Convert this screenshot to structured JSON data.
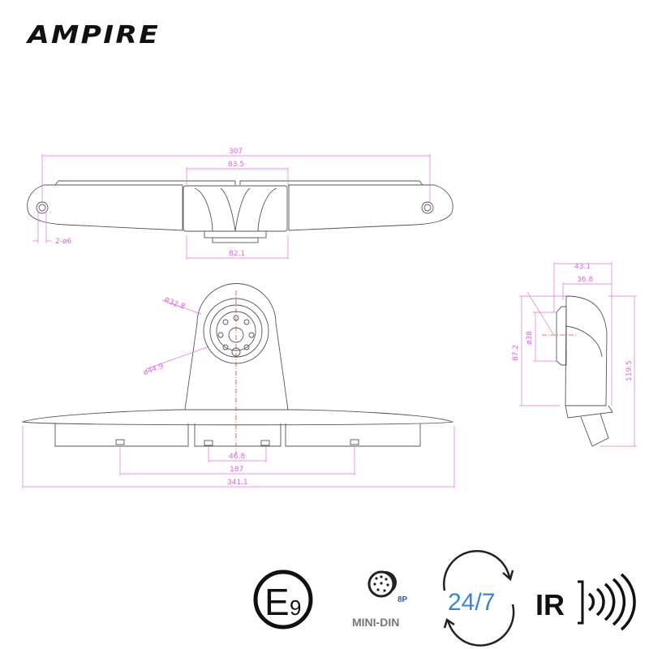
{
  "brand": {
    "logo_text": "AMPIRE"
  },
  "drawing": {
    "top_view": {
      "dims": {
        "overall_width": "307",
        "camera_housing_top": "83.5",
        "camera_housing_bottom": "82.1",
        "mount_holes": "2-ø6"
      }
    },
    "front_view": {
      "dims": {
        "radius": "R32.8",
        "lens_ring": "ø44.9",
        "tab_spacing": "46.8",
        "outer_tab_spacing": "187",
        "overall_width": "341.1"
      }
    },
    "side_view": {
      "dims": {
        "depth_total": "43.1",
        "depth_body": "36.8",
        "lens_dia": "ø38",
        "lens_height": "87.2",
        "total_height": "119.5"
      }
    }
  },
  "badges": {
    "e_mark": {
      "letter": "E",
      "number": "9"
    },
    "connector": {
      "pins": "8P",
      "label": "MINI-DIN"
    },
    "operation": {
      "text": "24/7"
    },
    "infrared": {
      "text": "IR"
    }
  },
  "colors": {
    "dimension": "#e060e0",
    "centerline": "#e04040",
    "accent_blue": "#3a86c8",
    "text_gray": "#777777"
  }
}
